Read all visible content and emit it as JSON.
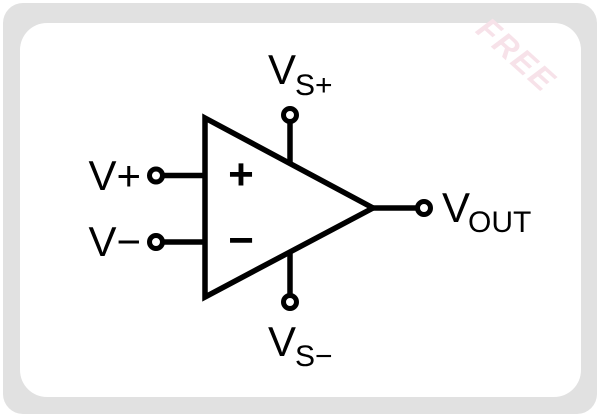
{
  "colors": {
    "page": "#ffffff",
    "frame": "#e1e1e1",
    "card": "#ffffff",
    "ink": "#000000",
    "watermark_pink": "#f7e2e9"
  },
  "watermark": {
    "text": "FREE"
  },
  "diagram": {
    "name": "op-amp-symbol",
    "inputs": {
      "noninverting_label": "V+",
      "inverting_label": "V−",
      "plus_symbol": "+",
      "minus_symbol": "−"
    },
    "supplies": {
      "positive": {
        "base": "V",
        "subscript": "S+"
      },
      "negative": {
        "base": "V",
        "subscript": "S−"
      }
    },
    "output": {
      "base": "V",
      "subscript": "OUT"
    }
  }
}
